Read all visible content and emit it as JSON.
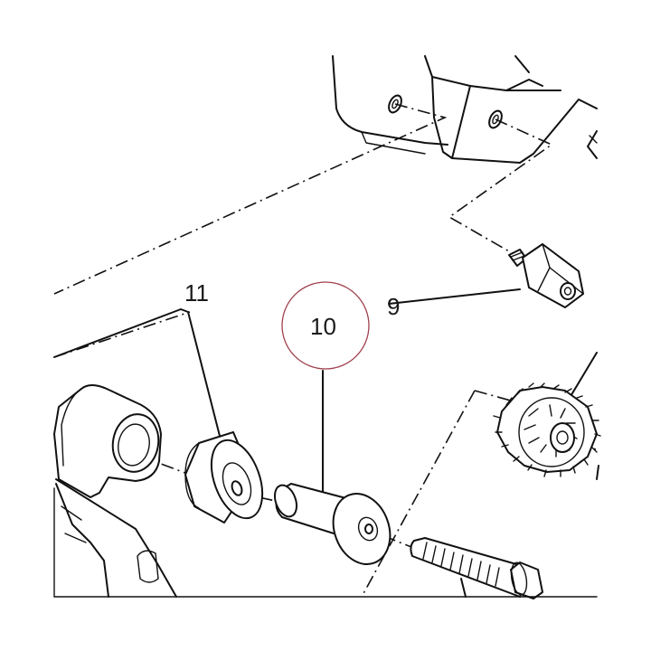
{
  "callouts": {
    "part_9": "9",
    "part_10": "10",
    "part_11": "11"
  },
  "colors": {
    "line": "#111111",
    "highlight_circle": "#a0404e",
    "background": "#ffffff"
  }
}
